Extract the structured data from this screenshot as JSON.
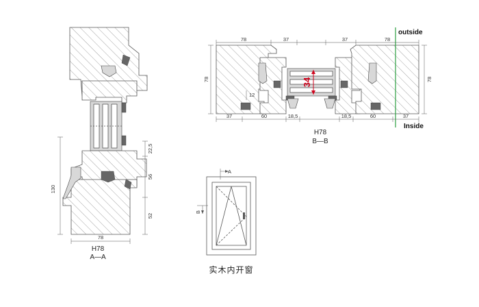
{
  "section_aa": {
    "dim_width": "78",
    "dim_height": "130",
    "dim_upper": "22,5",
    "dim_middle": "56",
    "dim_lower": "52",
    "profile": "H78",
    "label": "A—A"
  },
  "section_bb": {
    "dims_top": [
      "78",
      "37",
      "37",
      "78"
    ],
    "dims_bottom": [
      "37",
      "60",
      "18,5",
      "18,5",
      "60",
      "37"
    ],
    "dim_left": "78",
    "dim_right": "78",
    "dim_glass": "34",
    "dim_small": "12",
    "outside_label": "outside",
    "inside_label": "Inside",
    "profile": "H78",
    "label": "B—B"
  },
  "elevation": {
    "marker_a": "A",
    "marker_b": "B",
    "caption": "实木内开窗"
  },
  "colors": {
    "glass_dim": "#d0021b",
    "outside_line": "#2ea043"
  }
}
